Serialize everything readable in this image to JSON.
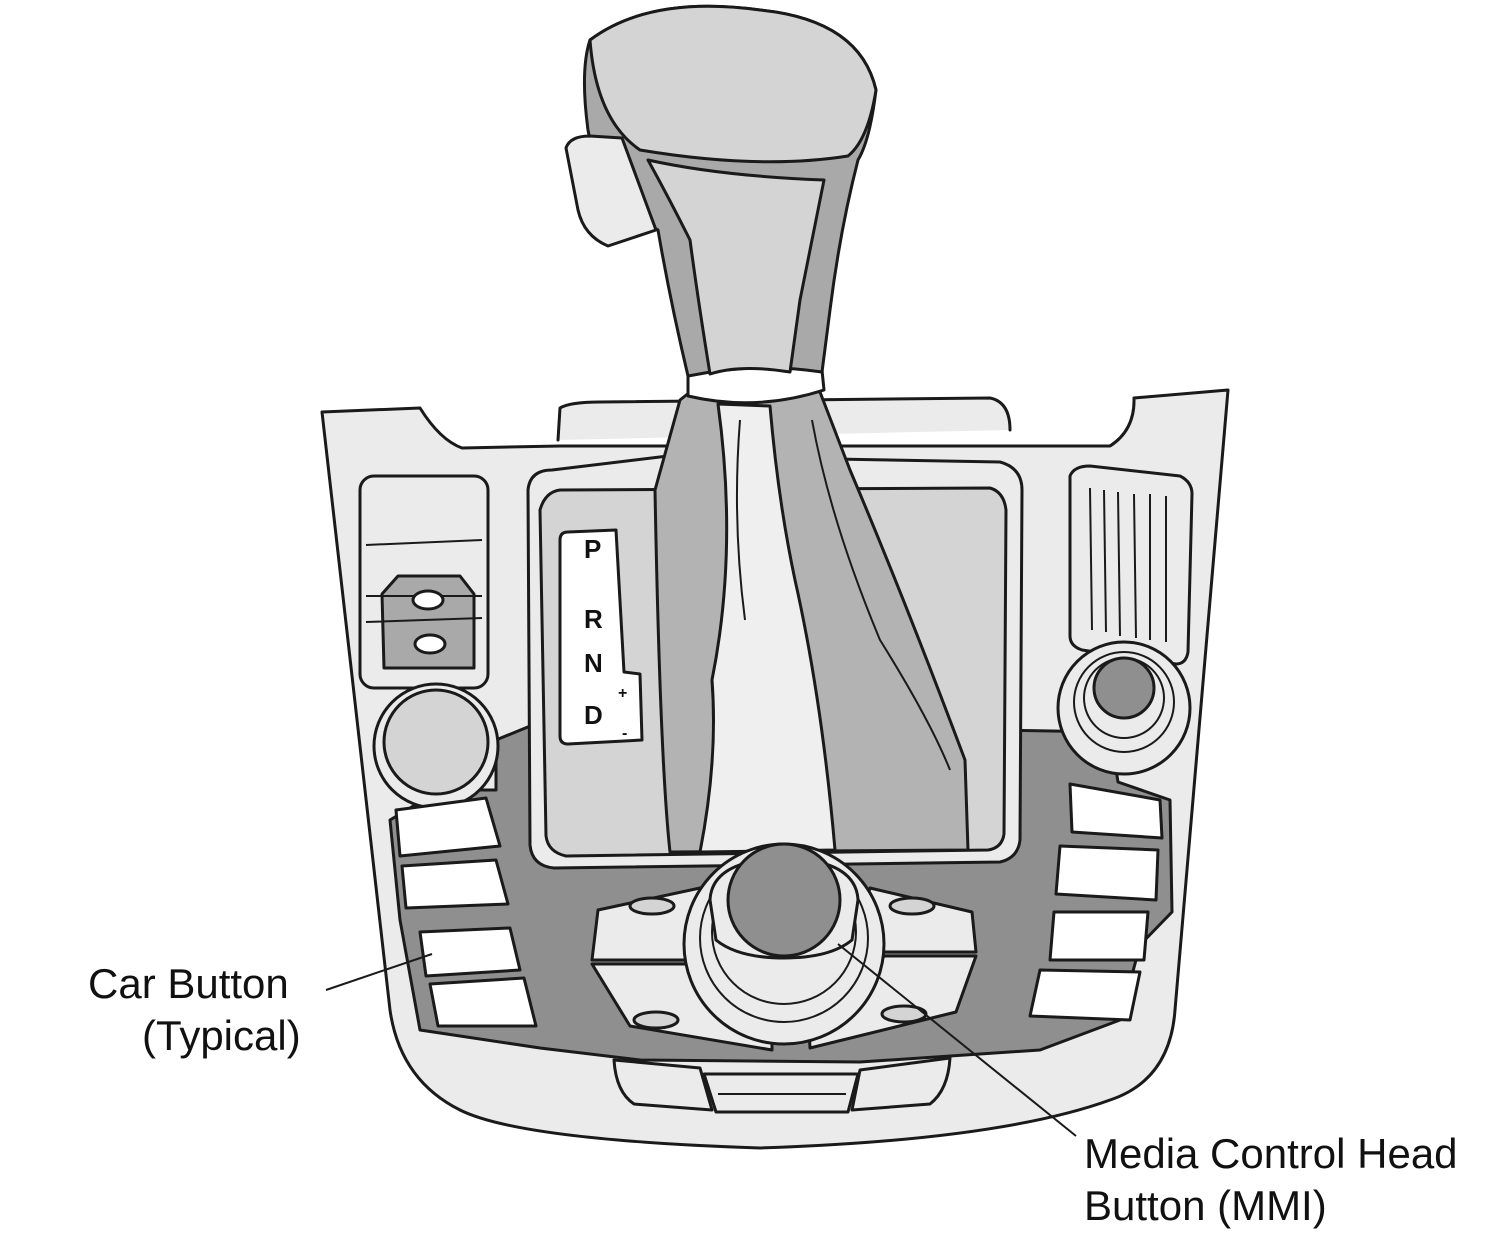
{
  "callouts": {
    "car_button": {
      "line1": "Car Button",
      "line2": "(Typical)"
    },
    "mmi_button": {
      "line1": "Media Control Head",
      "line2": "Button (MMI)"
    }
  },
  "gear_selector": {
    "park": "P",
    "reverse": "R",
    "neutral": "N",
    "drive": "D",
    "plus": "+",
    "minus": "-"
  },
  "colors": {
    "panel": "#ebebeb",
    "dark_tray": "#8f8f8f",
    "mid_gray": "#a9a9a9",
    "light_gray": "#d4d4d4",
    "outline": "#1a1a1a"
  }
}
